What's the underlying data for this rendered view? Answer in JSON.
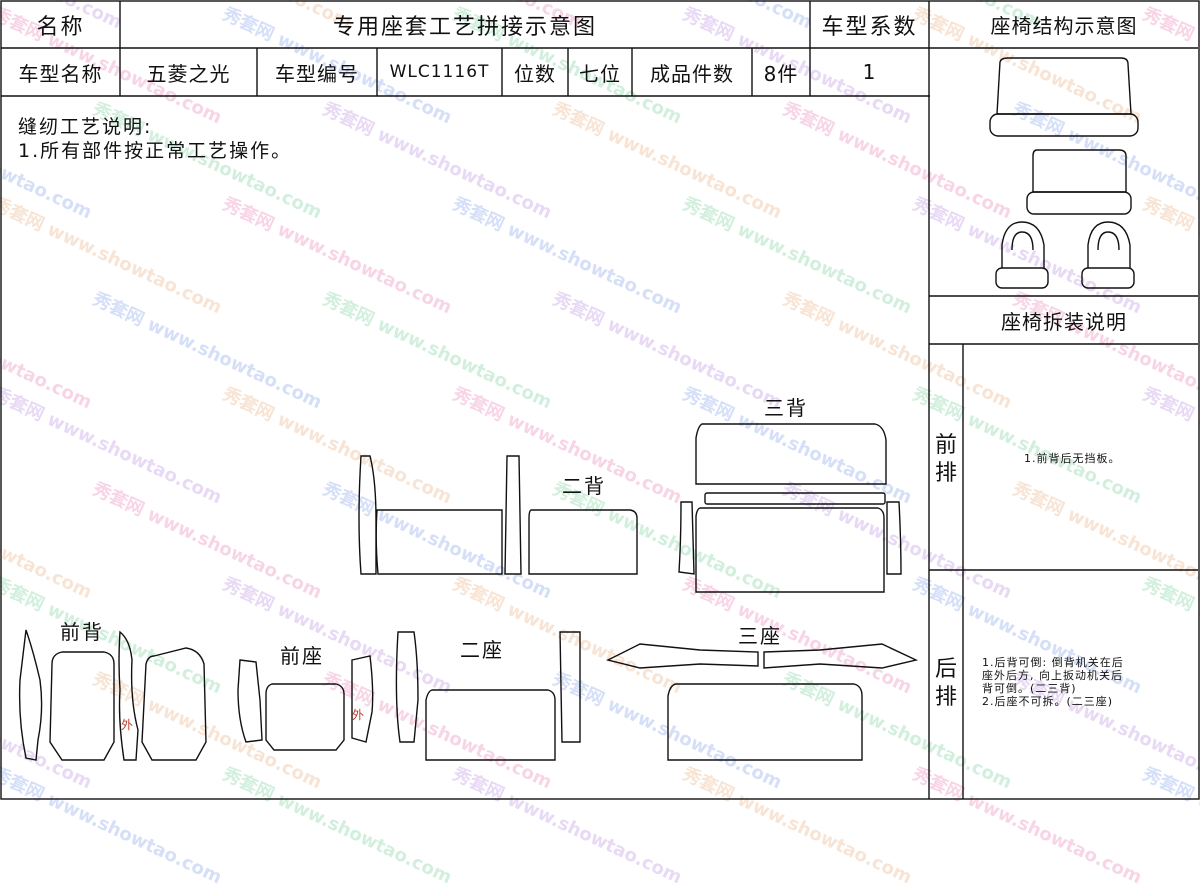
{
  "header": {
    "name_label": "名称",
    "title": "专用座套工艺拼接示意图",
    "coef_label": "车型系数",
    "structure_label": "座椅结构示意图"
  },
  "info_row": {
    "model_name_label": "车型名称",
    "model_name": "五菱之光",
    "model_code_label": "车型编号",
    "model_code": "WLC1116T",
    "seats_label": "位数",
    "seats_value": "七位",
    "pieces_label": "成品件数",
    "pieces_value": "8件",
    "coef_value": "1"
  },
  "sewing_notes": {
    "title": "缝纫工艺说明:",
    "line1": "1.所有部件按正常工艺操作。"
  },
  "pattern_labels": {
    "third_back": "三背",
    "second_back": "二背",
    "front_back": "前背",
    "front_seat": "前座",
    "second_seat": "二座",
    "third_seat": "三座",
    "outer_1": "外",
    "outer_2": "外"
  },
  "disassembly": {
    "title": "座椅拆装说明",
    "front_row_label": "前排",
    "front_row_note": "1.前背后无挡板。",
    "rear_row_label": "后排",
    "rear_row_note": "1.后背可倒: 倒背机关在后\n座外后方, 向上扳动机关后\n背可倒。(二三背)\n2.后座不可拆。(二三座)"
  },
  "watermark": {
    "brand": "秀套网",
    "url": "www.showtao.com",
    "colors": [
      "#e46aa8",
      "#6a8ee4",
      "#5fc88a",
      "#b07ad8",
      "#e4a26a"
    ]
  }
}
